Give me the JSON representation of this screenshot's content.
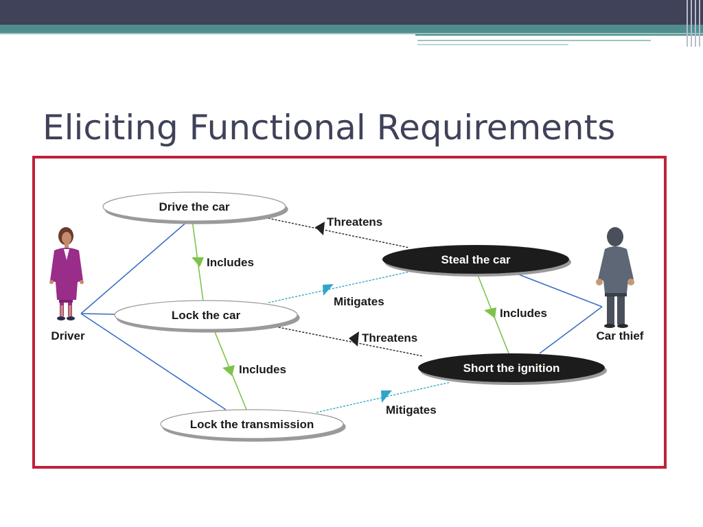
{
  "slide": {
    "title": "Eliciting Functional Requirements"
  },
  "colors": {
    "header_bar": "#3f4258",
    "accent_teal": "#4f8e8f",
    "frame_border": "#c0213a",
    "association_line": "#3a6fc4",
    "includes_line": "#7fc24a",
    "mitigates_line": "#2fa6c9",
    "threatens_line": "#222222"
  },
  "diagram": {
    "actors": {
      "driver": "Driver",
      "car_thief": "Car thief"
    },
    "use_cases": {
      "drive_the_car": "Drive the car",
      "lock_the_car": "Lock the car",
      "lock_the_transmission": "Lock the transmission"
    },
    "misuse_cases": {
      "steal_the_car": "Steal the car",
      "short_the_ignition": "Short the ignition"
    },
    "relations": {
      "threatens_1": "Threatens",
      "includes_1": "Includes",
      "mitigates_1": "Mitigates",
      "includes_2": "Includes",
      "threatens_2": "Threatens",
      "includes_3": "Includes",
      "mitigates_2": "Mitigates"
    }
  }
}
